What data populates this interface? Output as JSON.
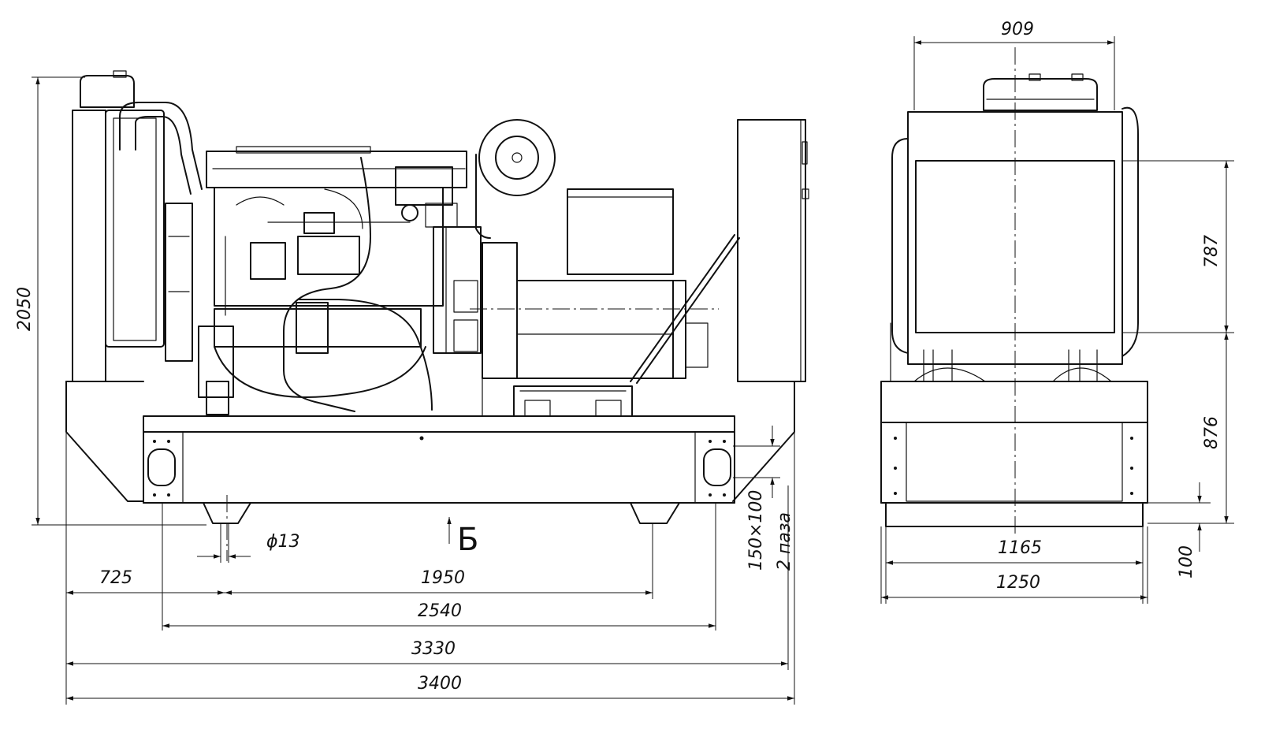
{
  "dimensions": {
    "front": {
      "height_total": "2050",
      "mount_hole": "ϕ13",
      "offset_left": "725",
      "hole_spacing": "1950",
      "frame_inner": "2540",
      "frame_outer": "3330",
      "overall_length": "3400",
      "slot_size": "150×100",
      "slot_count": "2 паза"
    },
    "side": {
      "top_width": "909",
      "radiator_height": "787",
      "base_height": "876",
      "inner_width": "1165",
      "overall_width": "1250",
      "skid_height": "100"
    }
  },
  "labels": {
    "view_marker": "Б"
  }
}
